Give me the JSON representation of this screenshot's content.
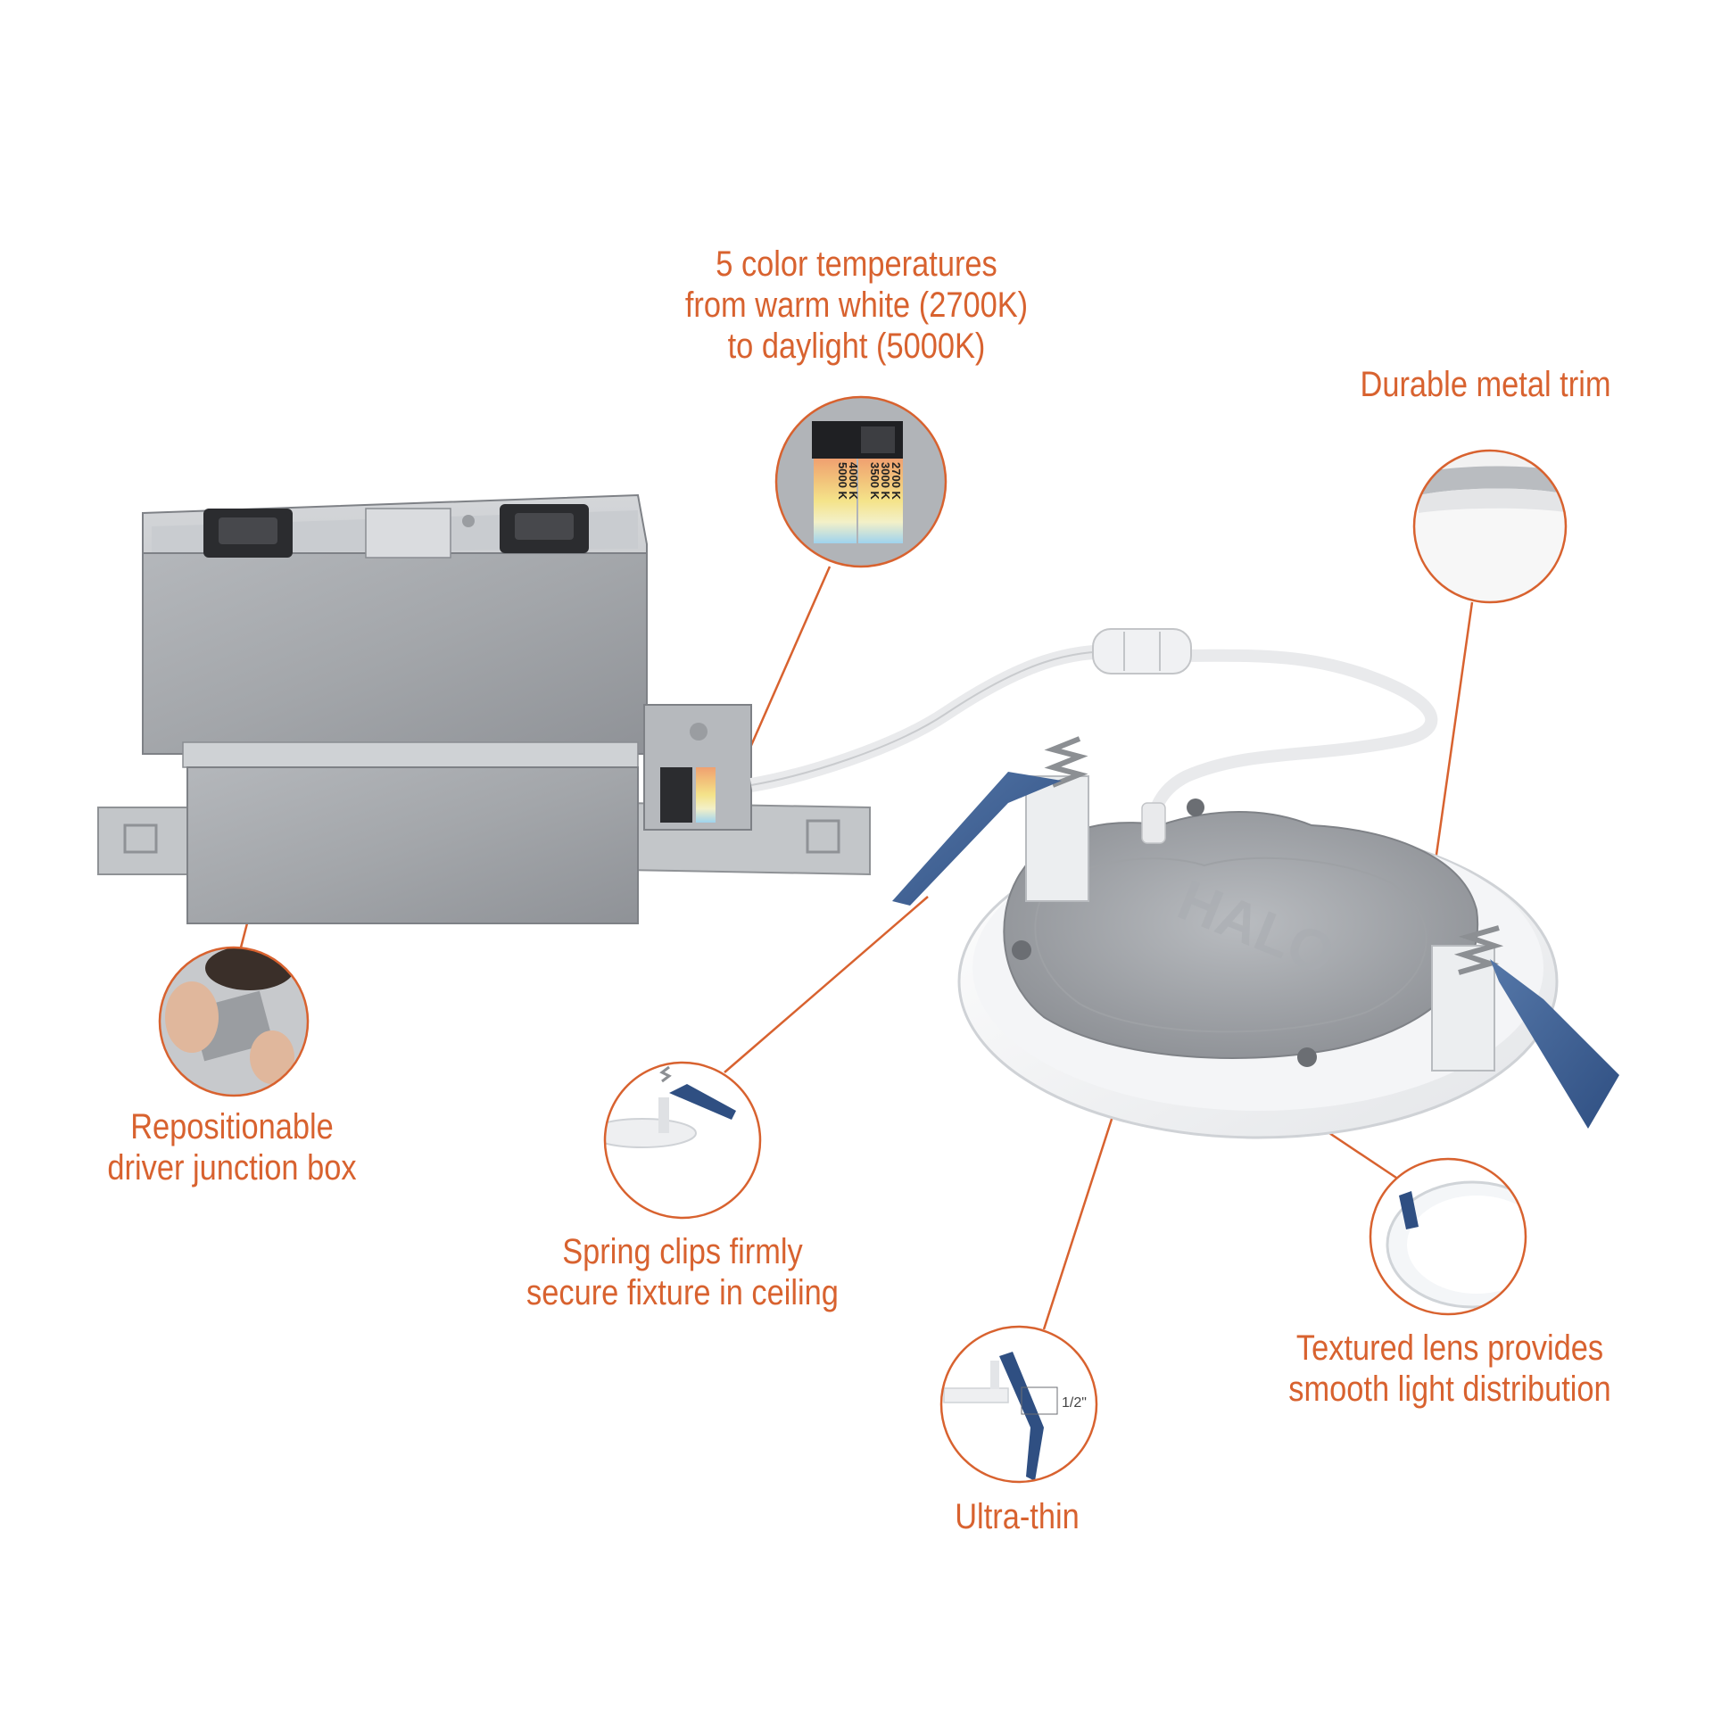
{
  "accent_color": "#d8622f",
  "callouts": {
    "color_temps": {
      "lines": [
        "5 color temperatures",
        "from warm white (2700K)",
        "to daylight (5000K)"
      ]
    },
    "metal_trim": {
      "lines": [
        "Durable metal trim"
      ]
    },
    "junction_box": {
      "lines": [
        "Repositionable",
        "driver junction box"
      ]
    },
    "spring_clips": {
      "lines": [
        "Spring clips firmly",
        "secure fixture in ceiling"
      ]
    },
    "textured_lens": {
      "lines": [
        "Textured lens provides",
        "smooth light distribution"
      ]
    },
    "ultra_thin": {
      "lines": [
        "Ultra-thin"
      ]
    }
  },
  "switch_labels": [
    "2700 K",
    "3000 K",
    "3500 K",
    "4000 K",
    "5000 K"
  ],
  "switch_colors": [
    "#f0a070",
    "#f2c27a",
    "#f4e38a",
    "#f3f0c8",
    "#9fd3ee"
  ],
  "thickness_label": "1/2\"",
  "brand_mark": "HALO"
}
